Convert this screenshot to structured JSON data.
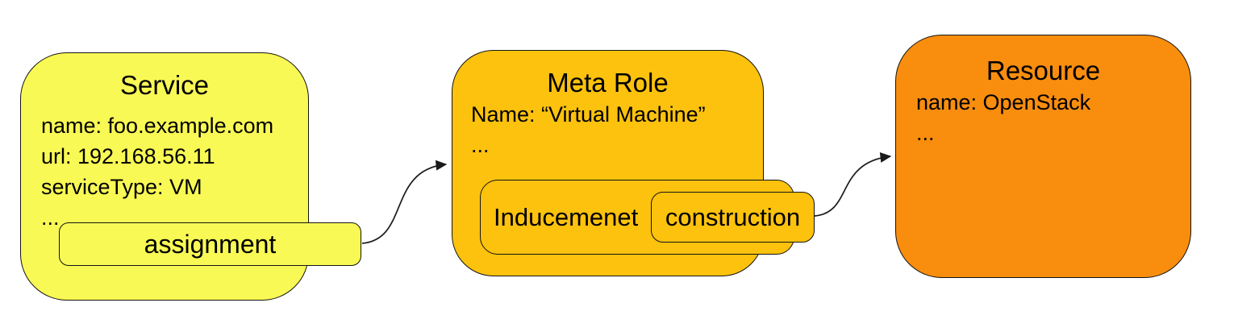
{
  "canvas": {
    "background": "#ffffff",
    "text_color": "#000000",
    "border_color": "#141414"
  },
  "nodes": {
    "service": {
      "title": "Service",
      "attributes": [
        "name: foo.example.com",
        "url: 192.168.56.11",
        "serviceType: VM",
        "..."
      ],
      "fill": "#f9f955"
    },
    "assignment": {
      "label": "assignment",
      "fill": "#f9f955"
    },
    "meta_role": {
      "title": "Meta Role",
      "attributes": [
        "Name: “Virtual Machine”",
        "..."
      ],
      "fill": "#fcc20d"
    },
    "inducement": {
      "label": "Inducemenet",
      "fill": "#fcc20d"
    },
    "construction": {
      "label": "construction",
      "fill": "#fcc20d"
    },
    "resource": {
      "title": "Resource",
      "attributes": [
        "name: OpenStack",
        "..."
      ],
      "fill": "#f98d0e"
    }
  },
  "connectors": {
    "stroke": "#1a1a1a"
  }
}
